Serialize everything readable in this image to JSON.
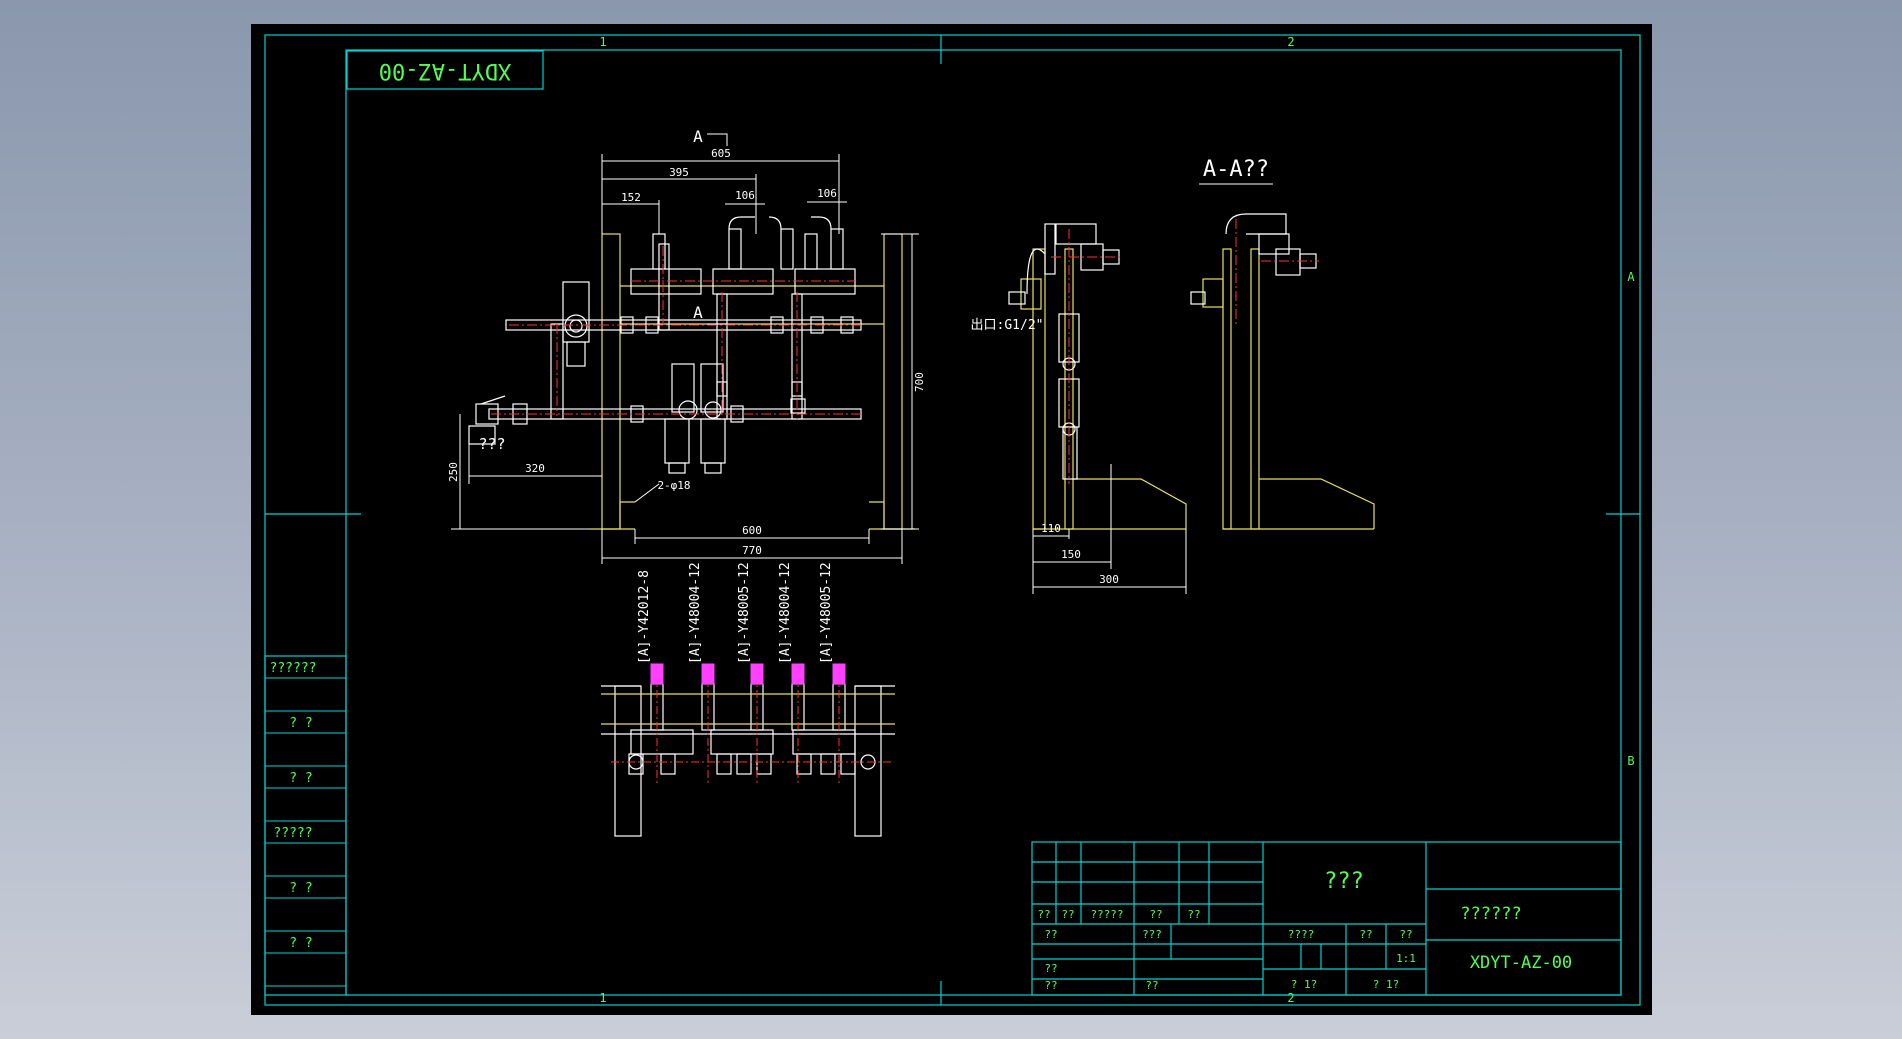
{
  "drawing": {
    "stamp_code": "XDYT-AZ-00",
    "zone_top_1": "1",
    "zone_top_2": "2",
    "zone_bottom_1": "1",
    "zone_bottom_2": "2",
    "zone_right_a": "A",
    "zone_right_b": "B",
    "section_marker_top": "A",
    "section_marker_mid": "A",
    "section_view_title": "A-A??",
    "outlet_label": "出口:G1/2\"",
    "inlet_label": "???",
    "hole_note": "2-φ18",
    "dims": {
      "d605": "605",
      "d395": "395",
      "d152": "152",
      "d106a": "106",
      "d106b": "106",
      "d700": "700",
      "d250": "250",
      "d320": "320",
      "d600": "600",
      "d770": "770",
      "d110": "110",
      "d150": "150",
      "d300": "300"
    },
    "part_labels": [
      "[A]-Y42012-8",
      "[A]-Y48004-12",
      "[A]-Y48005-12",
      "[A]-Y48004-12",
      "[A]-Y48005-12"
    ],
    "left_strip": [
      "??????",
      "? ?",
      "? ?",
      "?????",
      "? ?",
      "? ?"
    ],
    "title_block": {
      "drawing_name": "???",
      "company": "??????",
      "code": "XDYT-AZ-00",
      "hdr_1": "??",
      "hdr_2": "??",
      "hdr_3": "?????",
      "hdr_4": "??",
      "hdr_5": "??",
      "row_a1": "??",
      "row_a2": "???",
      "row_b1": "??",
      "row_c1": "??",
      "row_c2": "??",
      "stage": "????",
      "weight": "??",
      "scale": "??",
      "scale_val": "1:1",
      "sheet_a": "? 1?",
      "sheet_b": "? 1?"
    },
    "colors": {
      "frame": "#00d2d2",
      "outline": "#ffffff",
      "structure": "#e8e060",
      "center": "#ff3030",
      "text": "#50ff50",
      "accent": "#ff40ff"
    }
  }
}
